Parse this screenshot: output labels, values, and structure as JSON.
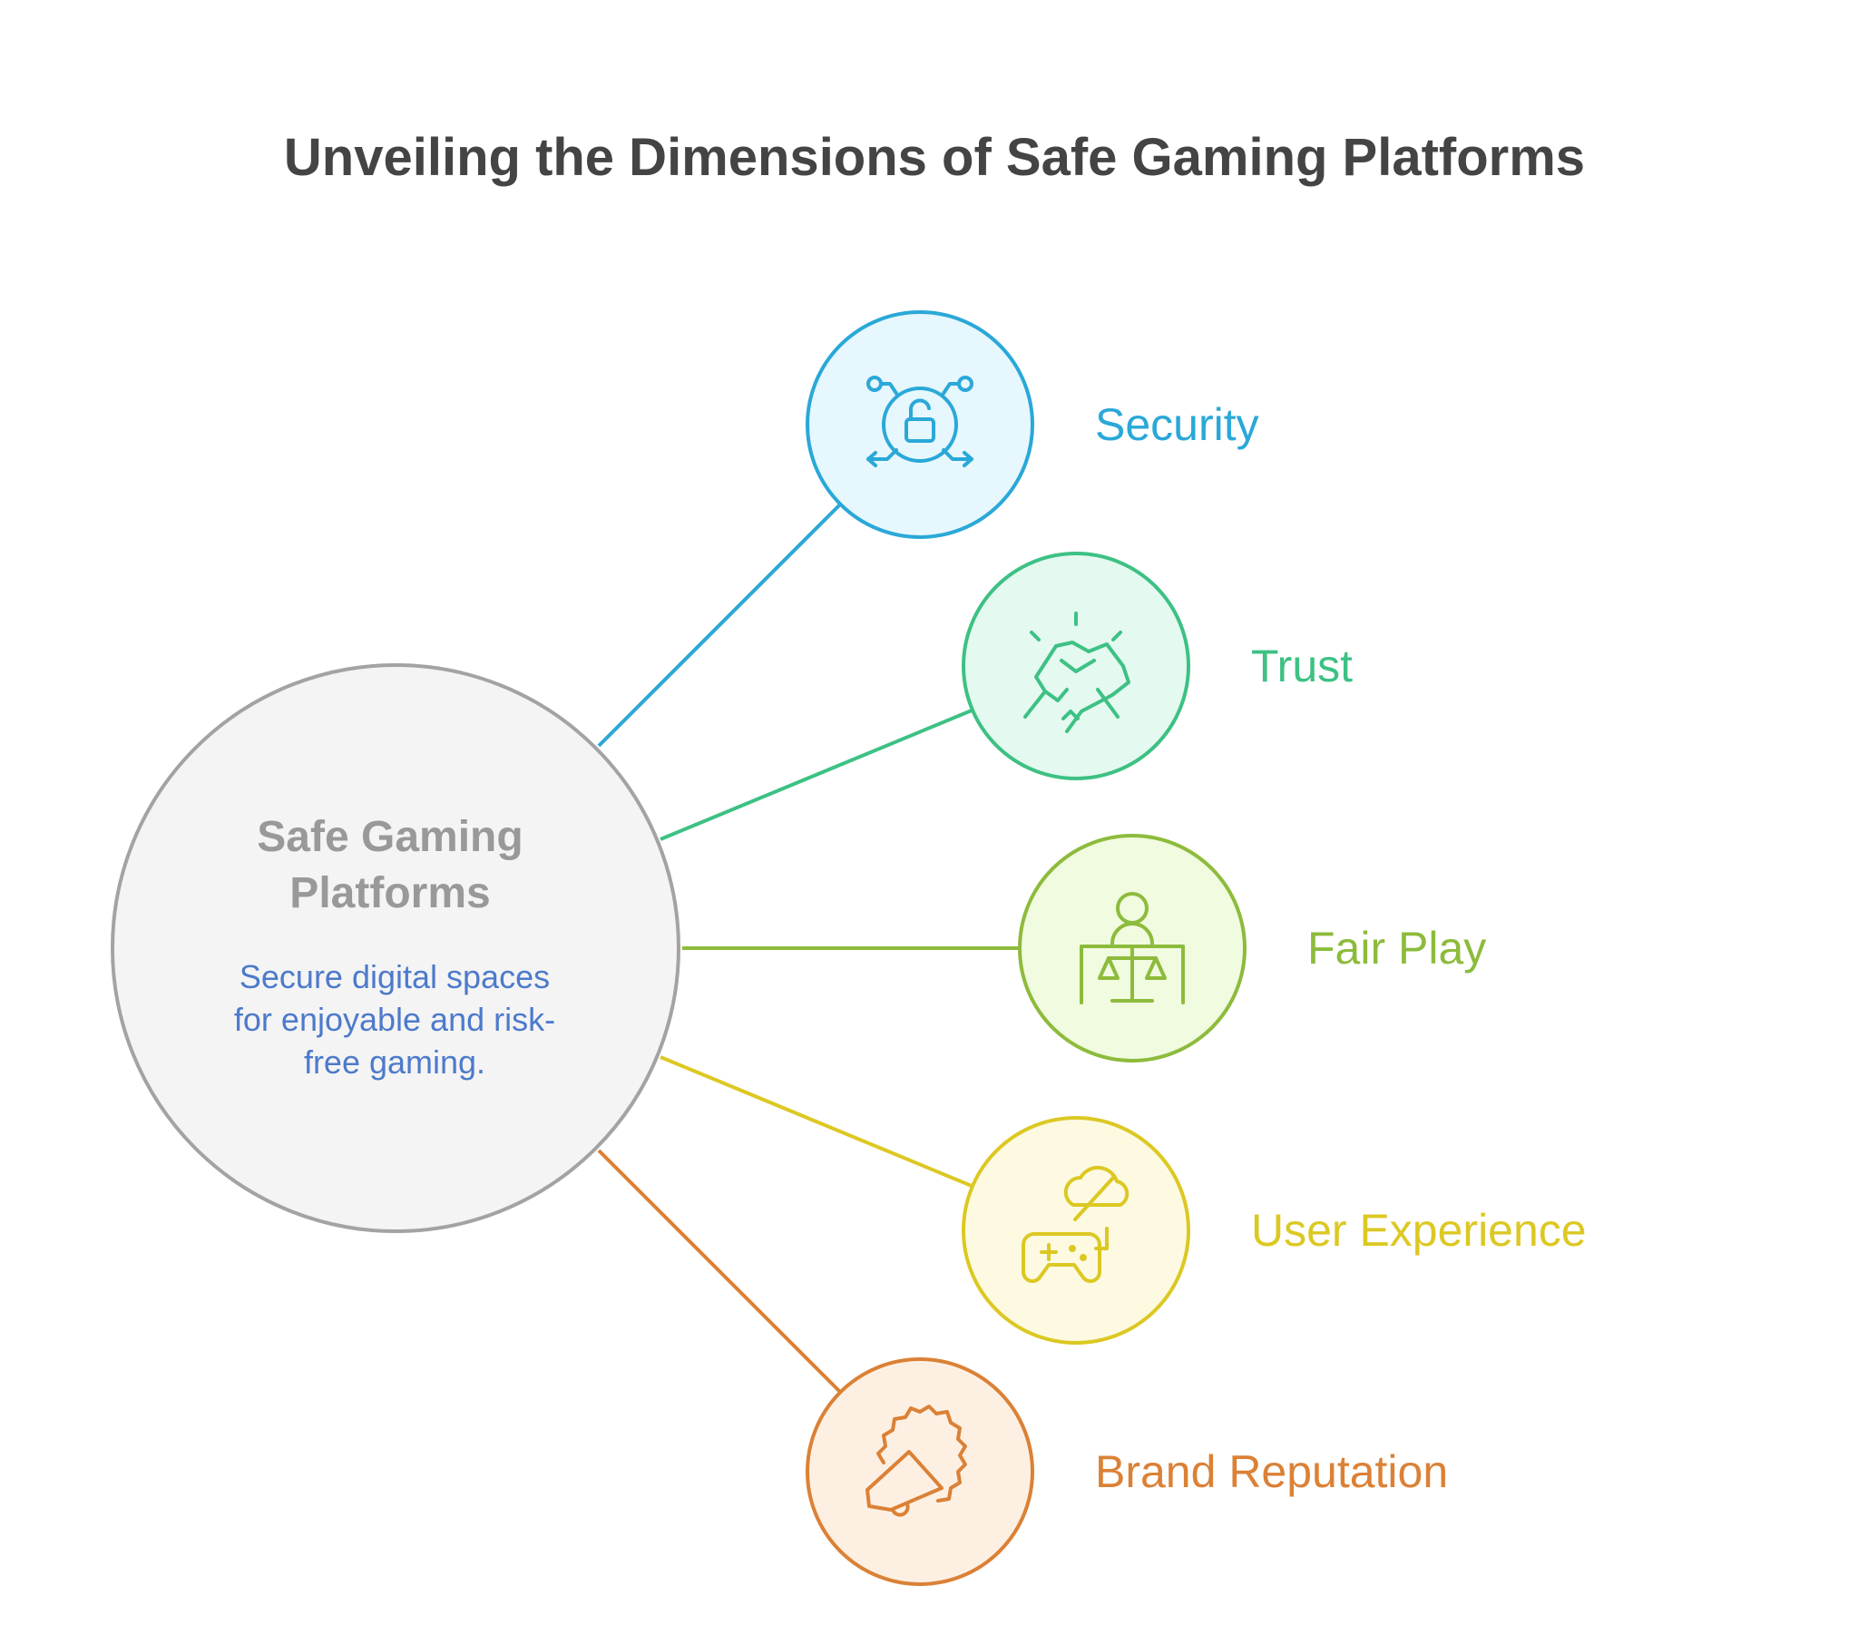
{
  "title": "Unveiling the Dimensions of Safe Gaming Platforms",
  "hub": {
    "title_lines": [
      "Safe Gaming",
      "Platforms"
    ],
    "description_lines": [
      "Secure digital spaces",
      "for enjoyable and risk-",
      "free gaming."
    ],
    "colors": {
      "fill": "#f4f4f4",
      "stroke": "#a3a3a3"
    }
  },
  "branches": [
    {
      "label": "Security",
      "icon": "unlock-network-icon",
      "color": "#2aa8d8",
      "fill": "#e6f7fd"
    },
    {
      "label": "Trust",
      "icon": "handshake-icon",
      "color": "#3dc184",
      "fill": "#e4f9ef"
    },
    {
      "label": "Fair Play",
      "icon": "judge-scales-icon",
      "color": "#8dbb3c",
      "fill": "#f0fbdf"
    },
    {
      "label": "User Experience",
      "icon": "gamepad-cloud-icon",
      "color": "#dcc823",
      "fill": "#fdfae1"
    },
    {
      "label": "Brand Reputation",
      "icon": "megaphone-badge-icon",
      "color": "#db8136",
      "fill": "#fdf0e3"
    }
  ]
}
